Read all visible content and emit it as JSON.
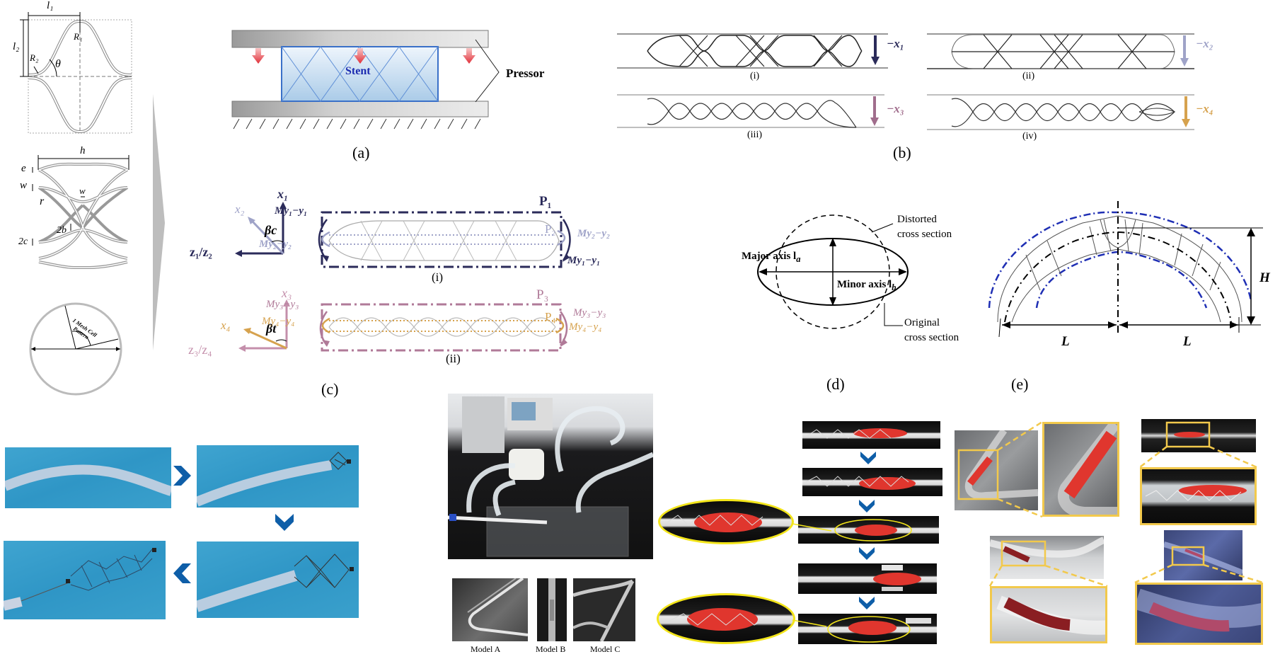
{
  "figure": {
    "panel_labels": {
      "a": "(a)",
      "b": "(b)",
      "c": "(c)",
      "d": "(d)",
      "e": "(e)"
    },
    "unit_cell": {
      "labels": [
        "l1",
        "l2",
        "R1",
        "R2",
        "θ"
      ],
      "l1": "l₁",
      "l2": "l₂",
      "R1": "R₁",
      "R2": "R₂",
      "theta": "θ"
    },
    "mesh": {
      "h": "h",
      "e": "e",
      "w": "w",
      "w2": "w",
      "r": "r",
      "b2": "2b",
      "c2": "2c"
    },
    "circle": {
      "pattern_label_line1": "1 Mesh Cell",
      "pattern_label_line2": "Pattern"
    },
    "panel_a": {
      "stent_label": "Stent",
      "pressor_label": "Pressor",
      "arrow_color": "#e0404a",
      "stent_fill": "#b9d6ee"
    },
    "panel_b": {
      "subpanels": [
        {
          "id": "i",
          "label": "(i)",
          "force": "−x₁",
          "color": "#2b2b5a"
        },
        {
          "id": "ii",
          "label": "(ii)",
          "force": "−x₂",
          "color": "#9fa3c8"
        },
        {
          "id": "iii",
          "label": "(iii)",
          "force": "−x₃",
          "color": "#a06d8c"
        },
        {
          "id": "iv",
          "label": "(iv)",
          "force": "−x₄",
          "color": "#d6a24e"
        }
      ]
    },
    "panel_c": {
      "top": {
        "axis_x1": "x₁",
        "axis_x2": "x₂",
        "axis_z": "z₁/z₂",
        "angle": "βc",
        "m_left_1": "My₁−y₁",
        "m_left_2": "My₂−y₂",
        "m_right_2": "My₂−y₂",
        "m_right_1": "My₁−y₁",
        "p1": "P₁",
        "p2": "P₂",
        "label": "(i)"
      },
      "bottom": {
        "axis_x3": "x₃",
        "axis_x4": "x₄",
        "axis_z": "z₃/z₄",
        "angle": "βt",
        "m_left_3": "My₃−y₃",
        "m_left_4": "My₄−y₄",
        "m_right_3": "My₃−y₃",
        "m_right_4": "My₄−y₄",
        "p3": "P₃",
        "p4": "P₄",
        "label": "(ii)"
      },
      "colors": {
        "c1": "#2b2b5a",
        "c2": "#9fa3c8",
        "c3": "#b07a98",
        "c4": "#d6a24e"
      }
    },
    "panel_d": {
      "major_axis": "Major axis l",
      "major_sub": "a",
      "minor_axis": "Minor axis l",
      "minor_sub": "b",
      "distorted_1": "Distorted",
      "distorted_2": "cross section",
      "original_1": "Original",
      "original_2": "cross section"
    },
    "panel_e": {
      "H": "H",
      "L_left": "L",
      "L_right": "L",
      "outline_color": "#1f2fb4"
    },
    "bottom_photos": {
      "deployment_steps": 4,
      "arrow_color": "#0e5ea8",
      "models": [
        {
          "caption": "Model A"
        },
        {
          "caption": "Model B"
        },
        {
          "caption": "Model C"
        }
      ],
      "retrieval_steps": 5,
      "highlight_color": "#f3e51a",
      "zoom_frame_color": "#f2c94c"
    }
  }
}
